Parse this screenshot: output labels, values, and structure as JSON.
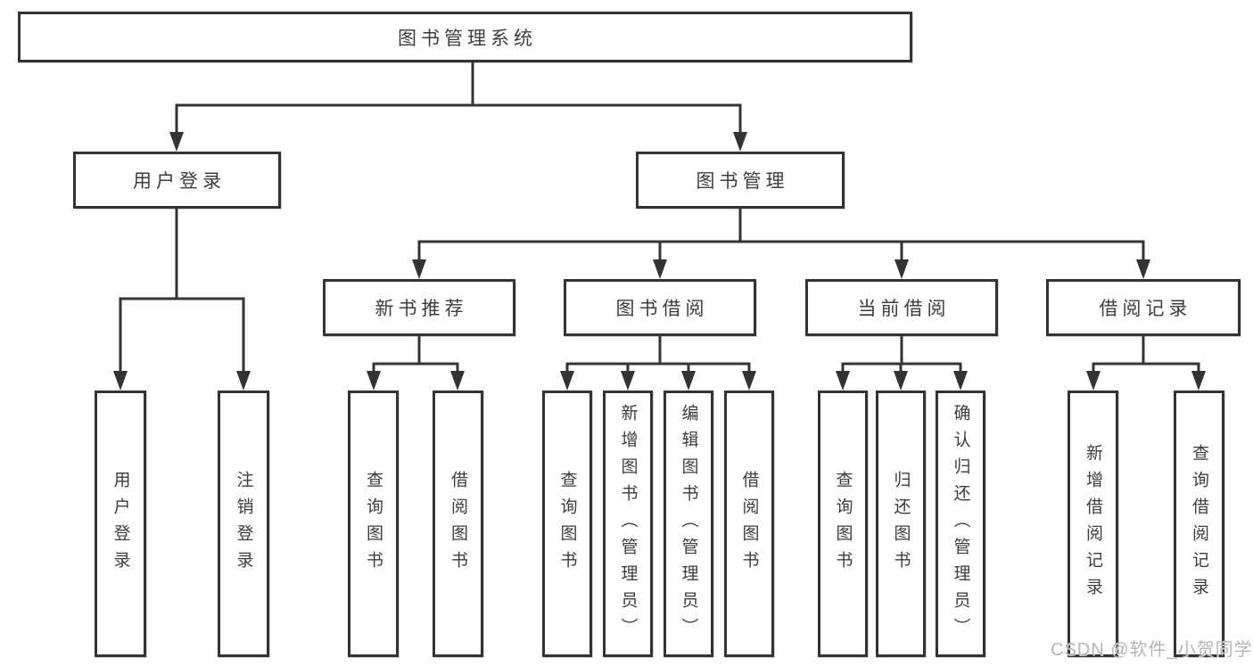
{
  "tree": {
    "label": "图书管理系统",
    "children": [
      {
        "label": "用户登录",
        "children": [
          {
            "label": "用户登录"
          },
          {
            "label": "注销登录"
          }
        ]
      },
      {
        "label": "图书管理",
        "children": [
          {
            "label": "新书推荐",
            "children": [
              {
                "label": "查询图书"
              },
              {
                "label": "借阅图书"
              }
            ]
          },
          {
            "label": "图书借阅",
            "children": [
              {
                "label": "查询图书"
              },
              {
                "label": "新增图书（管理员）"
              },
              {
                "label": "编辑图书（管理员）"
              },
              {
                "label": "借阅图书"
              }
            ]
          },
          {
            "label": "当前借阅",
            "children": [
              {
                "label": "查询图书"
              },
              {
                "label": "归还图书"
              },
              {
                "label": "确认归还（管理员）"
              }
            ]
          },
          {
            "label": "借阅记录",
            "children": [
              {
                "label": "新增借阅记录"
              },
              {
                "label": "查询借阅记录"
              }
            ]
          }
        ]
      }
    ]
  },
  "watermark": "CSDN @软件_小贺同学",
  "colors": {
    "line": "#333333",
    "box_border": "#333333",
    "box_fill": "#ffffff",
    "text": "#3d3d3d",
    "watermark": "#b5b5b5",
    "background": "#ffffff"
  }
}
